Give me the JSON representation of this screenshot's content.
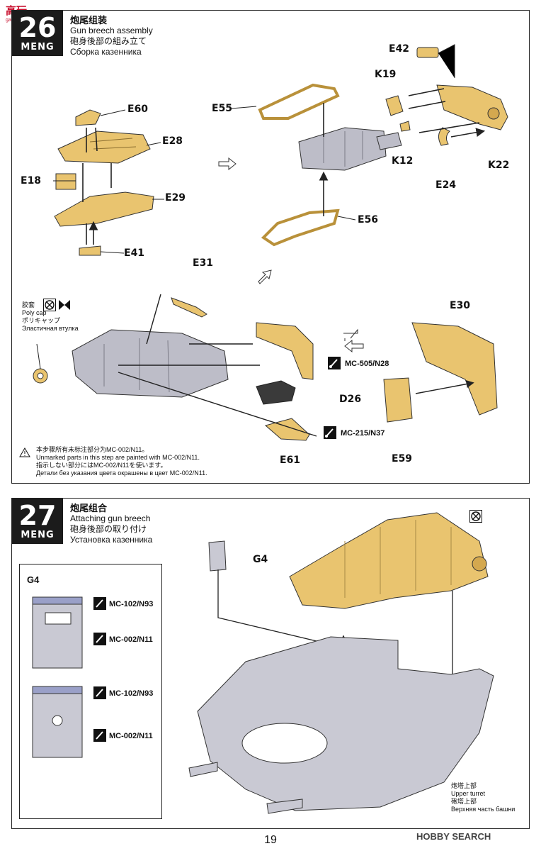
{
  "header": {
    "logo_text": "高玩",
    "logo_sub": "gaowanle.com"
  },
  "step26": {
    "number": "26",
    "brand": "MENG",
    "title_zh": "炮尾组装",
    "title_en": "Gun breech assembly",
    "title_ja": "砲身後部の組み立て",
    "title_ru": "Сборка казенника",
    "parts": [
      "E60",
      "E28",
      "E18",
      "E29",
      "E41",
      "E55",
      "E56",
      "E42",
      "K19",
      "K12",
      "K22",
      "E24",
      "E31",
      "E30",
      "D26",
      "E61",
      "E59"
    ],
    "polycap": {
      "zh": "胶套",
      "en": "Poly cap",
      "ja": "ポリキャップ",
      "ru": "Эластичная втулка"
    },
    "paints": [
      {
        "code": "MC-505/N28"
      },
      {
        "code": "MC-215/N37"
      }
    ],
    "note": {
      "zh": "本步骤所有未标注部分为MC-002/N11。",
      "en": "Unmarked parts in this step are painted with MC-002/N11.",
      "ja": "指示しない部分にはMC-002/N11を使います。",
      "ru": "Детали без указания цвета окрашены в цвет MC-002/N11."
    }
  },
  "step27": {
    "number": "27",
    "brand": "MENG",
    "title_zh": "炮尾组合",
    "title_en": "Attaching gun breech",
    "title_ja": "砲身後部の取り付け",
    "title_ru": "Установка казенника",
    "part_g4": "G4",
    "inset": {
      "title": "G4",
      "paints": [
        "MC-102/N93",
        "MC-002/N11",
        "MC-102/N93",
        "MC-002/N11"
      ]
    },
    "turret": {
      "zh": "炮塔上部",
      "en": "Upper turret",
      "ja": "砲塔上部",
      "ru": "Верхняя часть башни"
    }
  },
  "footer": {
    "page_number": "19",
    "watermark": "HOBBY SEARCH"
  },
  "colors": {
    "part_yellow": "#E9C46F",
    "part_gray": "#BDBDC8",
    "turret_gray": "#C9C9D3",
    "dark_part": "#3A3A3A"
  }
}
